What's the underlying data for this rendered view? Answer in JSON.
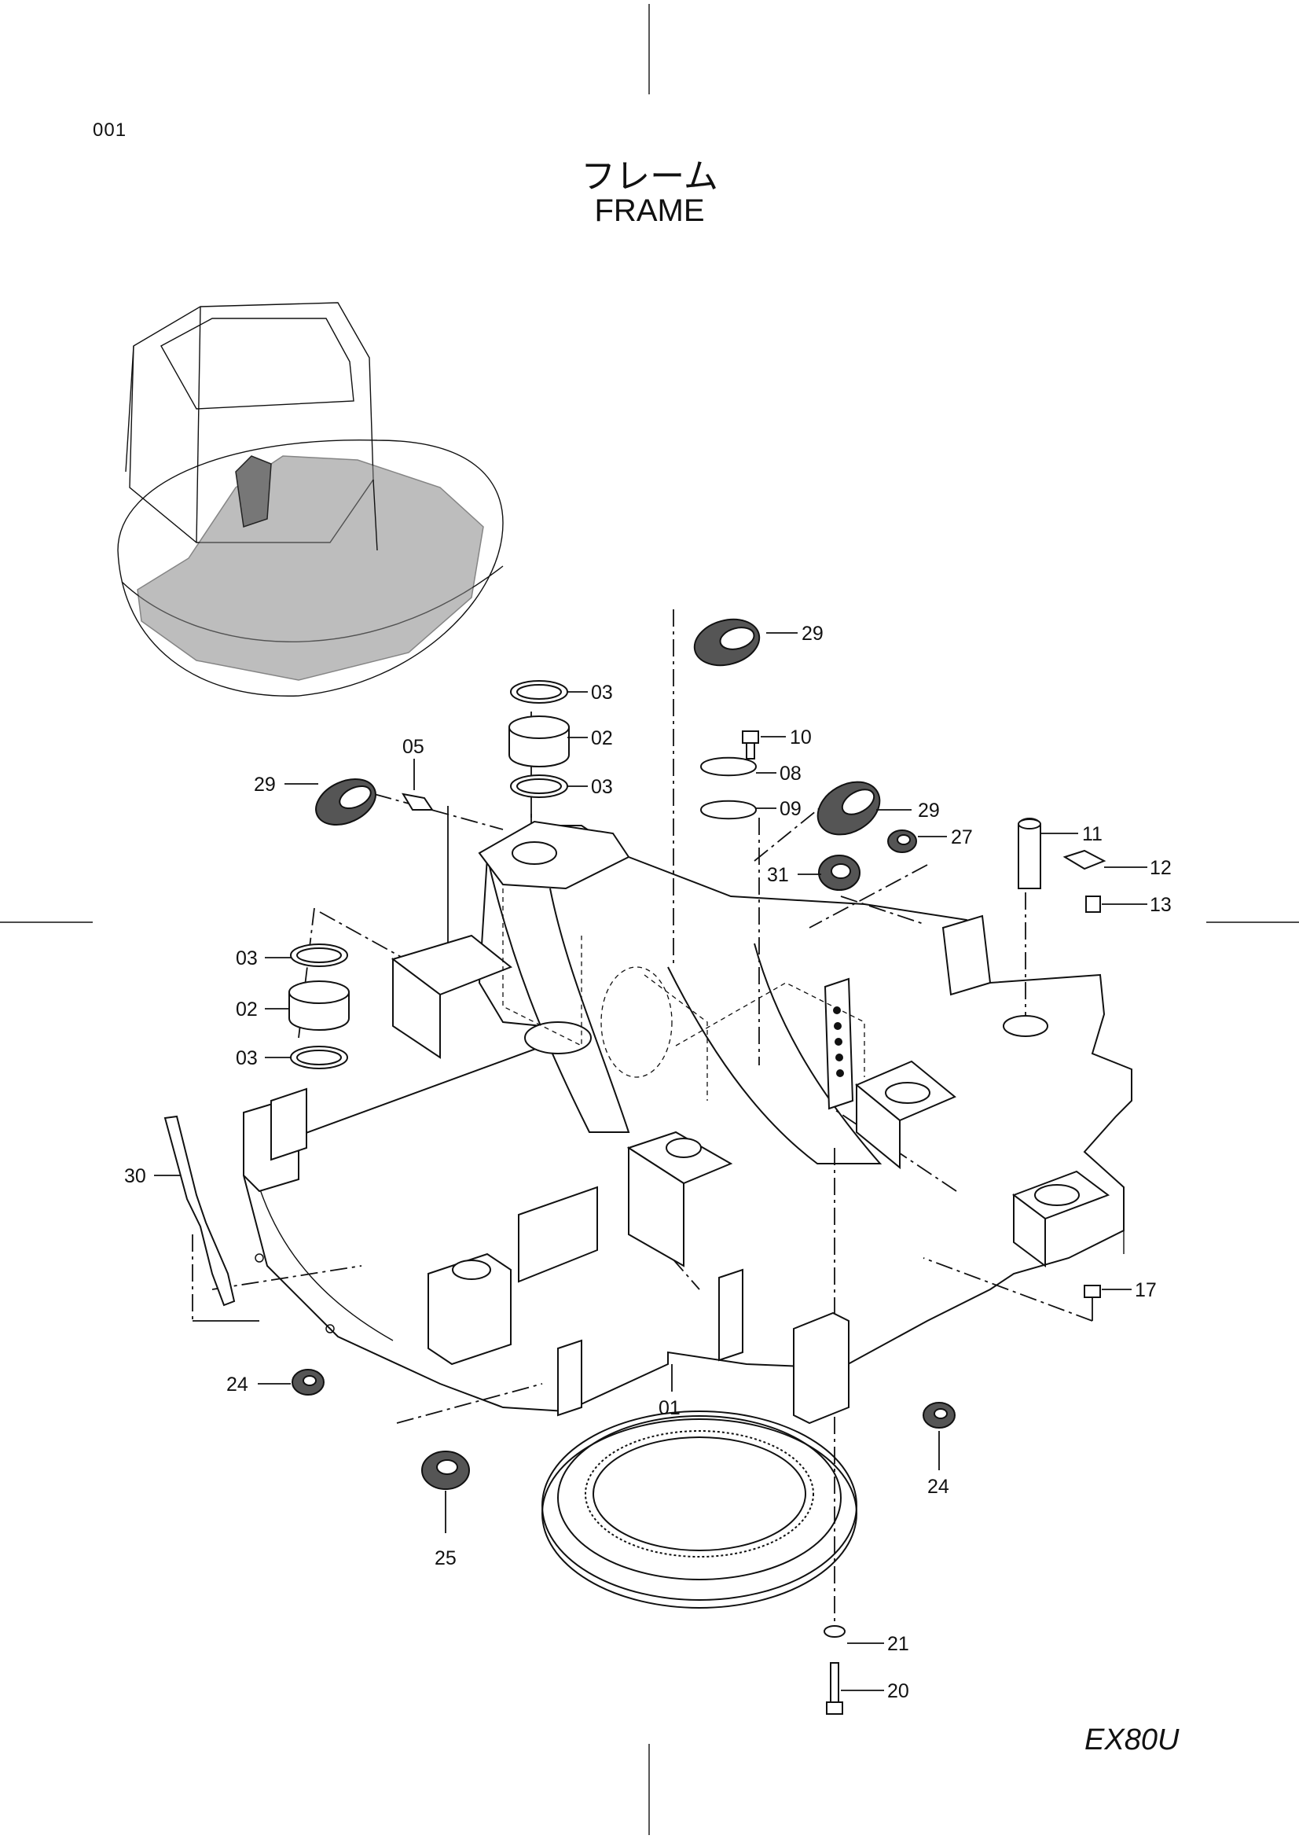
{
  "page_number": "001",
  "title_jp": "フレーム",
  "title_en": "FRAME",
  "model": "EX80U",
  "callouts": {
    "c29a": "29",
    "c03a": "03",
    "c02a": "02",
    "c03b": "03",
    "c10": "10",
    "c08": "08",
    "c09": "09",
    "c29b": "29",
    "c27": "27",
    "c11": "11",
    "c12": "12",
    "c13": "13",
    "c05": "05",
    "c29c": "29",
    "c31": "31",
    "c03c": "03",
    "c02b": "02",
    "c03d": "03",
    "c30": "30",
    "c17": "17",
    "c24a": "24",
    "c01": "01",
    "c24b": "24",
    "c25": "25",
    "c21": "21",
    "c20": "20"
  }
}
